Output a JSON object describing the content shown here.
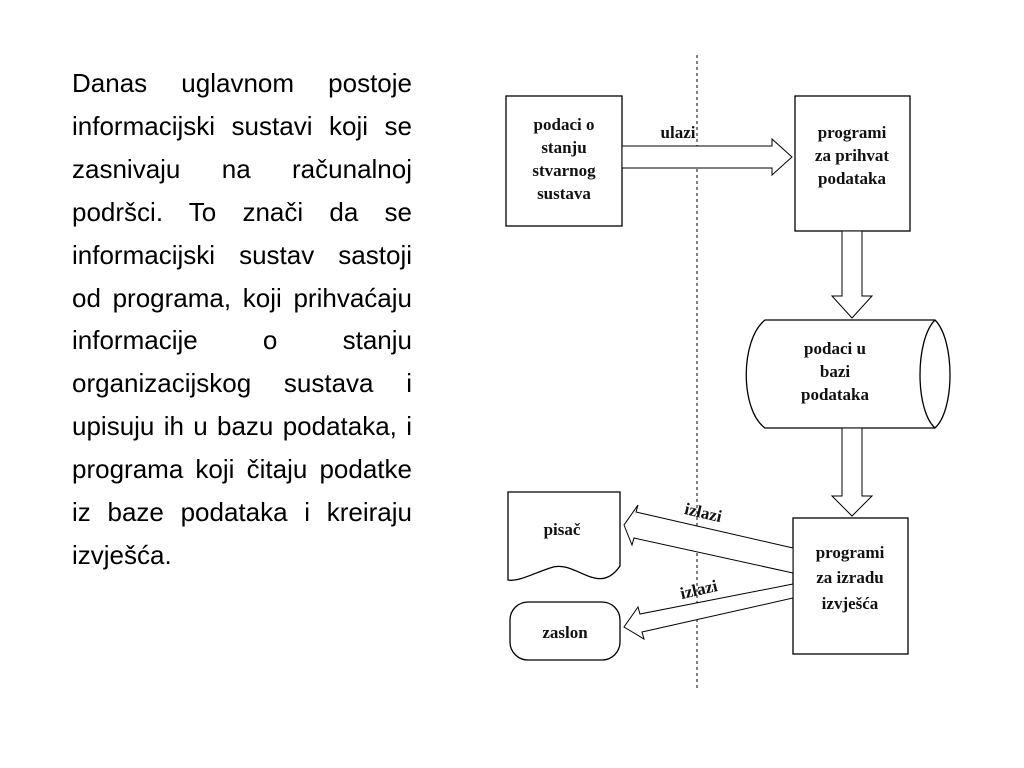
{
  "paragraph": "Danas uglavnom postoje informacijski sustavi koji se zasnivaju na računalnoj podršci. To znači da se informacijski sustav sastoji od programa, koji prihvaćaju informacije o stanju organizacijskog sustava i upisuju ih u bazu podataka, i programa koji čitaju podatke iz baze podataka i kreiraju izvješća.",
  "diagram": {
    "input_node": [
      "podaci o",
      "stanju",
      "stvarnog",
      "sustava"
    ],
    "intake_node": [
      "programi",
      "za prihvat",
      "podataka"
    ],
    "database_node": [
      "podaci u",
      "bazi",
      "podataka"
    ],
    "report_node": [
      "programi",
      "za izradu",
      "izvješća"
    ],
    "printer_node": "pisač",
    "screen_node": "zaslon",
    "input_arrow_label": "ulazi",
    "output_label_top": "izlazi",
    "output_label_bottom": "izlazi"
  }
}
